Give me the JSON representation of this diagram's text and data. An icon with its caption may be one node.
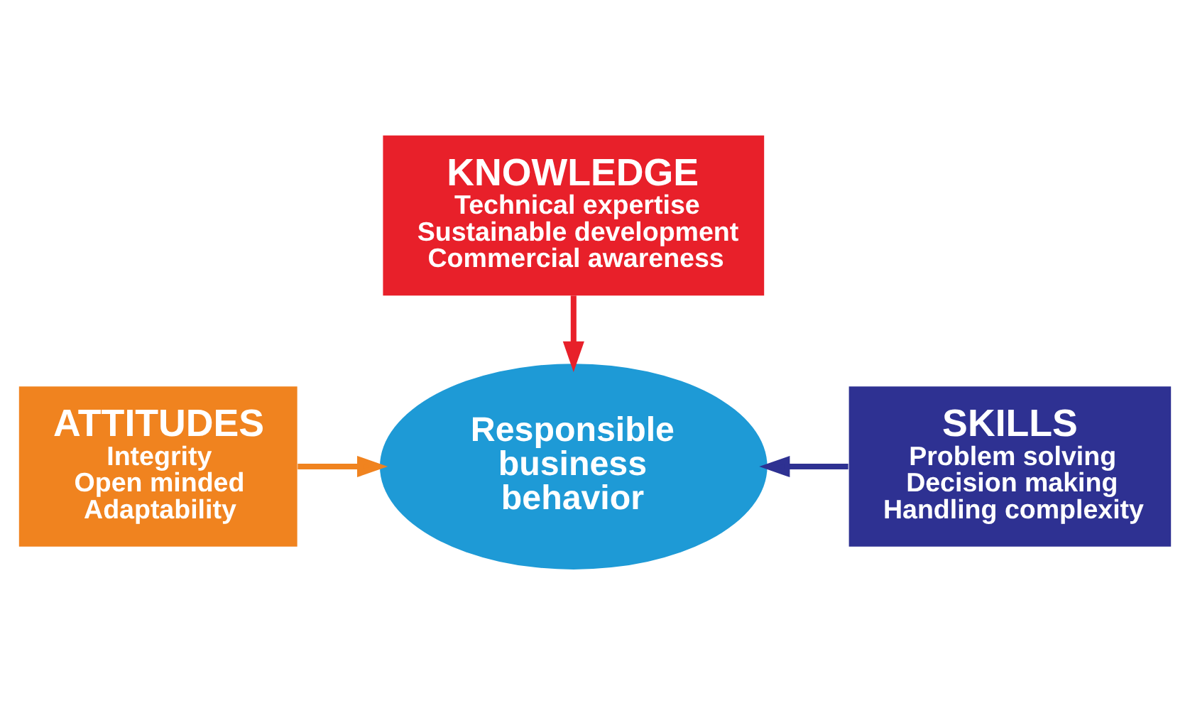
{
  "diagram": {
    "nodes": [
      {
        "text": [
          "KNOWLEDGE",
          "Technical expertise",
          "Sustainable development",
          "Commercial awareness"
        ]
      },
      {
        "text": [
          "ATTITUDES",
          "Integrity",
          "Open minded",
          "Adaptability"
        ]
      },
      {
        "text": [
          "Responsible business behavior"
        ]
      },
      {
        "text": [
          "SKILLS",
          "Problem solving",
          "Decision making",
          "Handling complexity"
        ]
      }
    ],
    "edges": [
      {
        "from": 0,
        "to": 2,
        "arrow": "to",
        "color": "#e8202a"
      },
      {
        "from": 1,
        "to": 2,
        "arrow": "to",
        "color": "#f0831f"
      },
      {
        "from": 3,
        "to": 2,
        "arrow": "to",
        "color": "#2e3192"
      }
    ]
  }
}
